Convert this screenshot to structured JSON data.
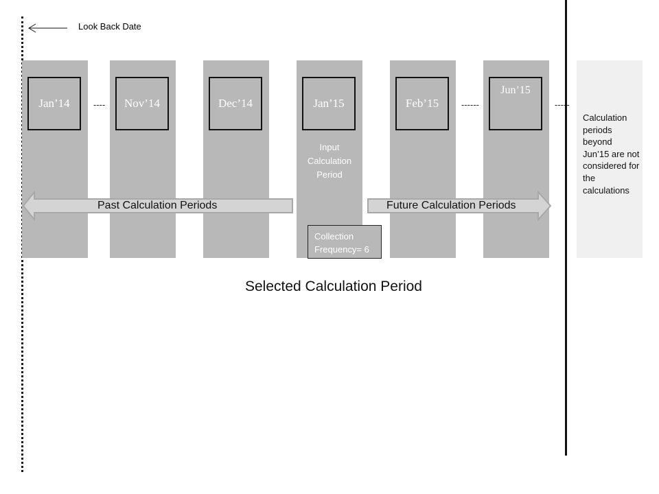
{
  "lookback": {
    "label": "Look Back Date"
  },
  "periods": [
    {
      "label": "Jan’14"
    },
    {
      "label": "Nov’14"
    },
    {
      "label": "Dec’14"
    },
    {
      "label": "Jan’15"
    },
    {
      "label": "Feb’15"
    },
    {
      "label": "Jun’15"
    }
  ],
  "ellipses": [
    "----",
    "------",
    "------",
    "-----"
  ],
  "input_period": {
    "line1": "Input",
    "line2": "Calculation",
    "line3": "Period"
  },
  "collection": {
    "line1": "Collection",
    "line2": "Frequency= 6"
  },
  "past_label": "Past Calculation Periods",
  "future_label": "Future Calculation Periods",
  "beyond_note": "Calculation periods beyond Jun’15 are not considered for the calculations",
  "caption": "Selected Calculation Period",
  "colors": {
    "column": "#b8b8b8",
    "column_light": "#f0f0f0",
    "arrow_fill": "#d4d4d4",
    "boundary": "#111111"
  }
}
